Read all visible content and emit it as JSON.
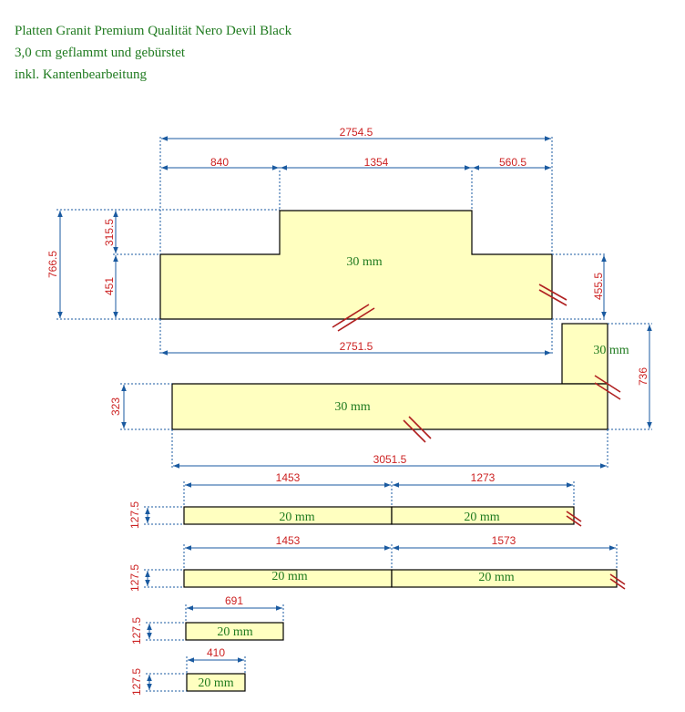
{
  "header": {
    "line1": "Platten Granit Premium Qualität Nero Devil Black",
    "line2": "3,0 cm geflammt und gebürstet",
    "line3": "inkl. Kantenbearbeitung"
  },
  "colors": {
    "slab_fill": "#ffffc0",
    "dimension_line": "#1a5aa0",
    "dimension_text": "#cc2222",
    "thickness_text": "#1f7a1f",
    "edge_mark": "#b02020"
  },
  "slab1": {
    "thickness": "30 mm",
    "total_width": "2754.5",
    "segments": [
      "840",
      "1354",
      "560.5"
    ],
    "bottom_width": "2751.5",
    "total_height": "766.5",
    "step_height": "315.5",
    "lower_height": "451",
    "right_height": "455.5"
  },
  "slab2": {
    "main_thickness": "30 mm",
    "upright_thickness": "30 mm",
    "width": "3051.5",
    "height": "323",
    "upright_height": "736"
  },
  "strip1": {
    "segments": [
      "1453",
      "1273"
    ],
    "thicknesses": [
      "20 mm",
      "20 mm"
    ],
    "height": "127.5"
  },
  "strip2": {
    "segments": [
      "1453",
      "1573"
    ],
    "thicknesses": [
      "20 mm",
      "20 mm"
    ],
    "height": "127.5"
  },
  "strip3": {
    "width": "691",
    "thickness": "20 mm",
    "height": "127.5"
  },
  "strip4": {
    "width": "410",
    "thickness": "20 mm",
    "height": "127.5"
  }
}
